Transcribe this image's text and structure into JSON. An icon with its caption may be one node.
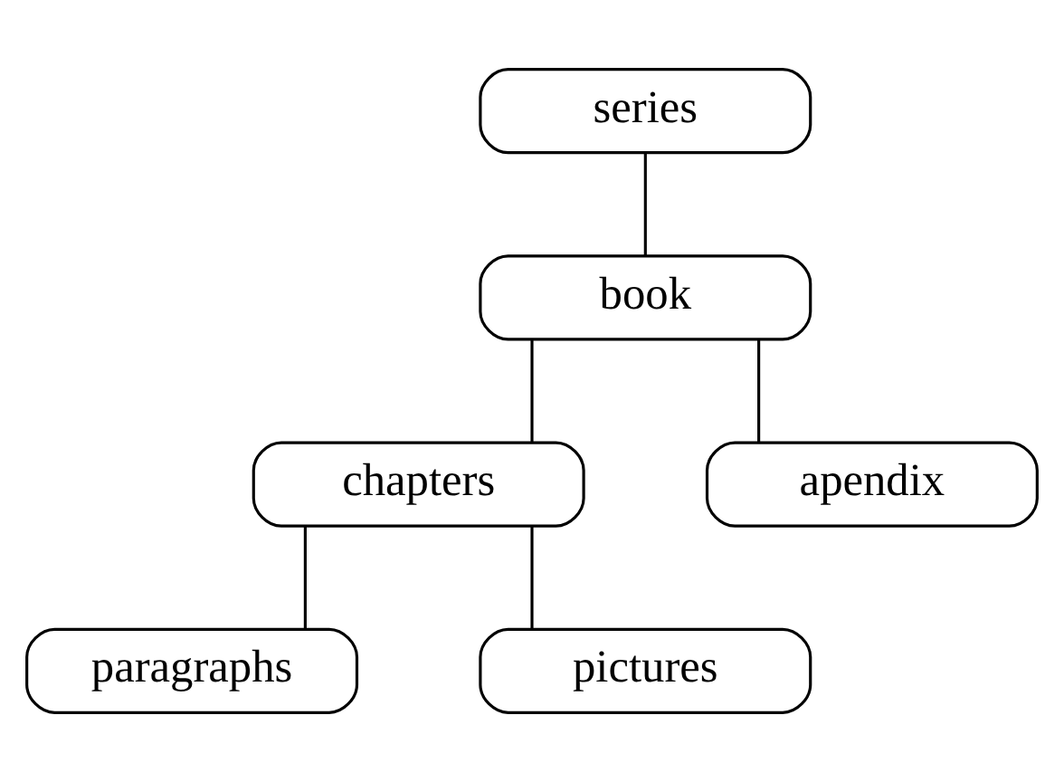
{
  "diagram": {
    "nodes": [
      {
        "text": [
          "series"
        ]
      },
      {
        "text": [
          "book"
        ]
      },
      {
        "text": [
          "chapters"
        ]
      },
      {
        "text": [
          "apendix"
        ]
      },
      {
        "text": [
          "paragraphs"
        ]
      },
      {
        "text": [
          "pictures"
        ]
      }
    ],
    "edges": [
      {
        "from": 0,
        "to": 1,
        "arrow": "none"
      },
      {
        "from": 1,
        "to": 2,
        "arrow": "none"
      },
      {
        "from": 1,
        "to": 3,
        "arrow": "none"
      },
      {
        "from": 2,
        "to": 4,
        "arrow": "none"
      },
      {
        "from": 2,
        "to": 5,
        "arrow": "none"
      }
    ]
  }
}
